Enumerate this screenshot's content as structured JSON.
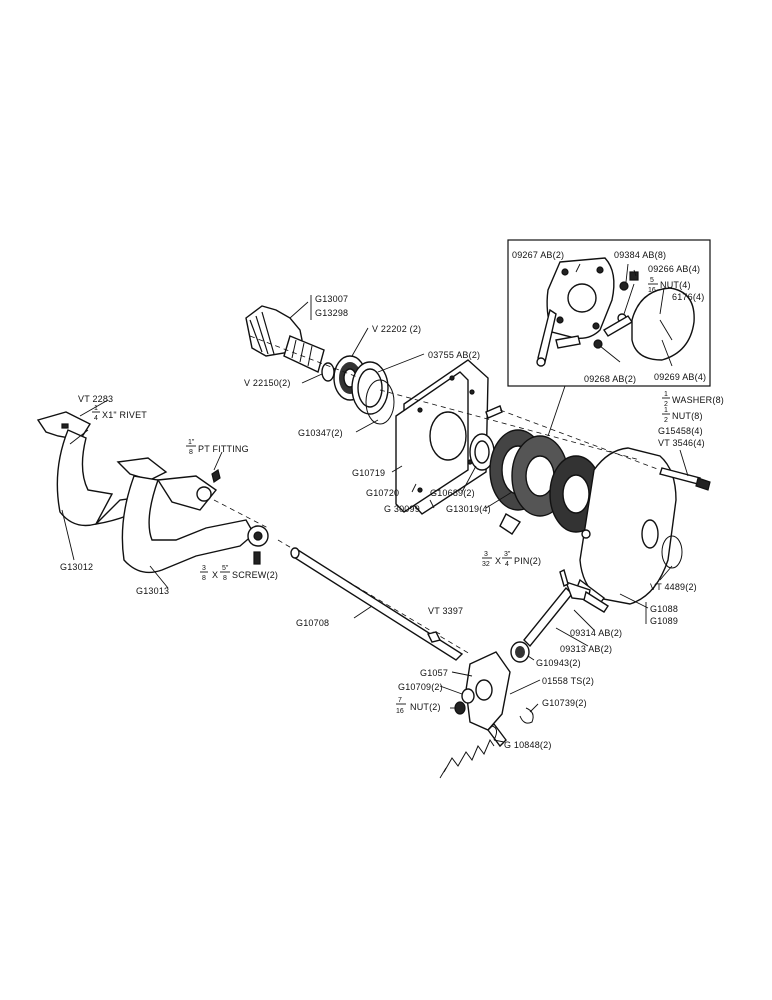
{
  "labels": {
    "g13007": "G13007",
    "g13298": "G13298",
    "v22202": "V 22202 (2)",
    "v22150": "V 22150(2)",
    "ab03755": "03755 AB(2)",
    "g10347": "G10347(2)",
    "g10719": "G10719",
    "g10720": "G10720",
    "g30099": "G 30099",
    "g10689": "G10689(2)",
    "g13019": "G13019(4)",
    "ab09267": "09267 AB(2)",
    "ab09384": "09384 AB(8)",
    "ab09266": "09266 AB(4)",
    "nut_top": "NUT(4)",
    "nut_top_num": "5",
    "nut_top_den": "16",
    "p6176": "6176(4)",
    "ab09268": "09268 AB(2)",
    "ab09269": "09269 AB(4)",
    "washer": "WASHER(8)",
    "washer_num": "1",
    "washer_den": "2",
    "nut8": "NUT(8)",
    "nut8_num": "1",
    "nut8_den": "2",
    "g15458": "G15458(4)",
    "vt3546": "VT 3546(4)",
    "vt2283": "VT 2283",
    "rivet": "X1\" RIVET",
    "rivet_num": "1",
    "rivet_den": "4",
    "ptfit": "PT FITTING",
    "ptfit_num": "1\"",
    "ptfit_den": "8",
    "g13012": "G13012",
    "g13013": "G13013",
    "screw_a_num": "3",
    "screw_a_den": "8",
    "screw_x": "X",
    "screw_b_num": "5\"",
    "screw_b_den": "8",
    "screw": "SCREW(2)",
    "pin_a_num": "3",
    "pin_a_den": "32",
    "pin_x": "X",
    "pin_b_num": "3\"",
    "pin_b_den": "4",
    "pin": "PIN(2)",
    "vt4489": "VT 4489(2)",
    "g1088": "G1088",
    "g1089": "G1089",
    "ab09314": "09314 AB(2)",
    "ab09313": "09313 AB(2)",
    "vt3397": "VT 3397",
    "g10708": "G10708",
    "g10943": "G10943(2)",
    "g1057": "G1057",
    "ts01558": "01558 TS(2)",
    "g10709": "G10709(2)",
    "g10739": "G10739(2)",
    "nut2": "NUT(2)",
    "nut2_num": "7",
    "nut2_den": "16",
    "g10848": "G 10848(2)"
  }
}
